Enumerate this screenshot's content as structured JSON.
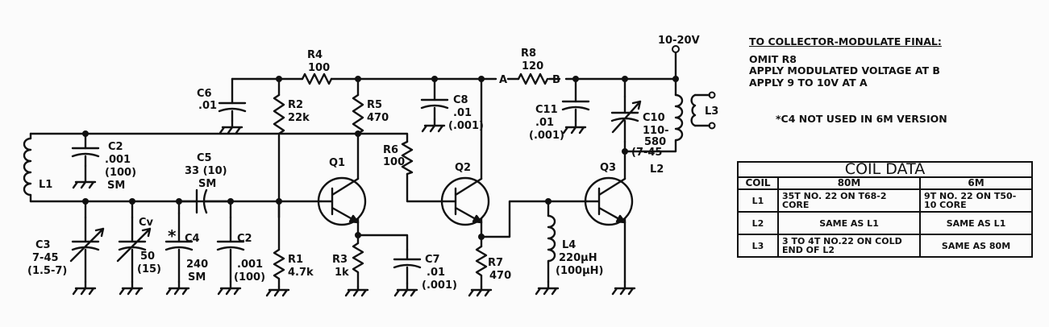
{
  "supply": "10-20V",
  "points": {
    "a": "A",
    "b": "B"
  },
  "components": {
    "r4": {
      "name": "R4",
      "value": "100"
    },
    "r8": {
      "name": "R8",
      "value": "120"
    },
    "r2": {
      "name": "R2",
      "value": "22k"
    },
    "r5": {
      "name": "R5",
      "value": "470"
    },
    "r6": {
      "name": "R6",
      "value": "100"
    },
    "r1": {
      "name": "R1",
      "value": "4.7k"
    },
    "r3": {
      "name": "R3",
      "value": "1k"
    },
    "r7": {
      "name": "R7",
      "value": "470"
    },
    "c6": {
      "name": "C6",
      "value": ".01"
    },
    "c8": {
      "name": "C8",
      "value": ".01",
      "alt": "(.001)"
    },
    "c11": {
      "name": "C11",
      "value": ".01",
      "alt": "(.001)"
    },
    "c10": {
      "name": "C10",
      "value": "110-",
      "value2": "580",
      "alt": "(7-45"
    },
    "c2a": {
      "name": "C2",
      "value": ".001",
      "alt": "(100)",
      "type": "SM"
    },
    "c5": {
      "name": "C5",
      "value": "33 (10)",
      "type": "SM"
    },
    "c3": {
      "name": "C3",
      "value": "7-45",
      "alt": "(1.5-7)"
    },
    "cv": {
      "name": "Cv",
      "value": "50",
      "alt": "(15)"
    },
    "c4": {
      "name": "C4",
      "star": "*",
      "value": "240",
      "type": "SM"
    },
    "c2b": {
      "name": "C2",
      "value": ".001",
      "alt": "(100)"
    },
    "c7": {
      "name": "C7",
      "value": ".01",
      "alt": "(.001)"
    },
    "l1": {
      "name": "L1"
    },
    "l2": {
      "name": "L2"
    },
    "l3": {
      "name": "L3"
    },
    "l4": {
      "name": "L4",
      "value": "220μH",
      "alt": "(100μH)"
    },
    "q1": {
      "name": "Q1"
    },
    "q2": {
      "name": "Q2"
    },
    "q3": {
      "name": "Q3"
    }
  },
  "notes": {
    "title": "TO COLLECTOR-MODULATE FINAL:",
    "line1": "OMIT R8",
    "line2": "APPLY MODULATED VOLTAGE AT B",
    "line3": "APPLY 9 TO 10V AT A",
    "c4_note": "*C4 NOT USED IN 6M VERSION"
  },
  "coil_table": {
    "title": "COIL DATA",
    "headers": [
      "COIL",
      "80M",
      "6M"
    ],
    "rows": [
      [
        "L1",
        "35T NO. 22 ON T68-2 CORE",
        "9T NO. 22 ON T50-10 CORE"
      ],
      [
        "L2",
        "SAME AS L1",
        "SAME AS L1"
      ],
      [
        "L3",
        "3 TO 4T NO.22 ON COLD END OF L2",
        "SAME AS 80M"
      ]
    ]
  }
}
